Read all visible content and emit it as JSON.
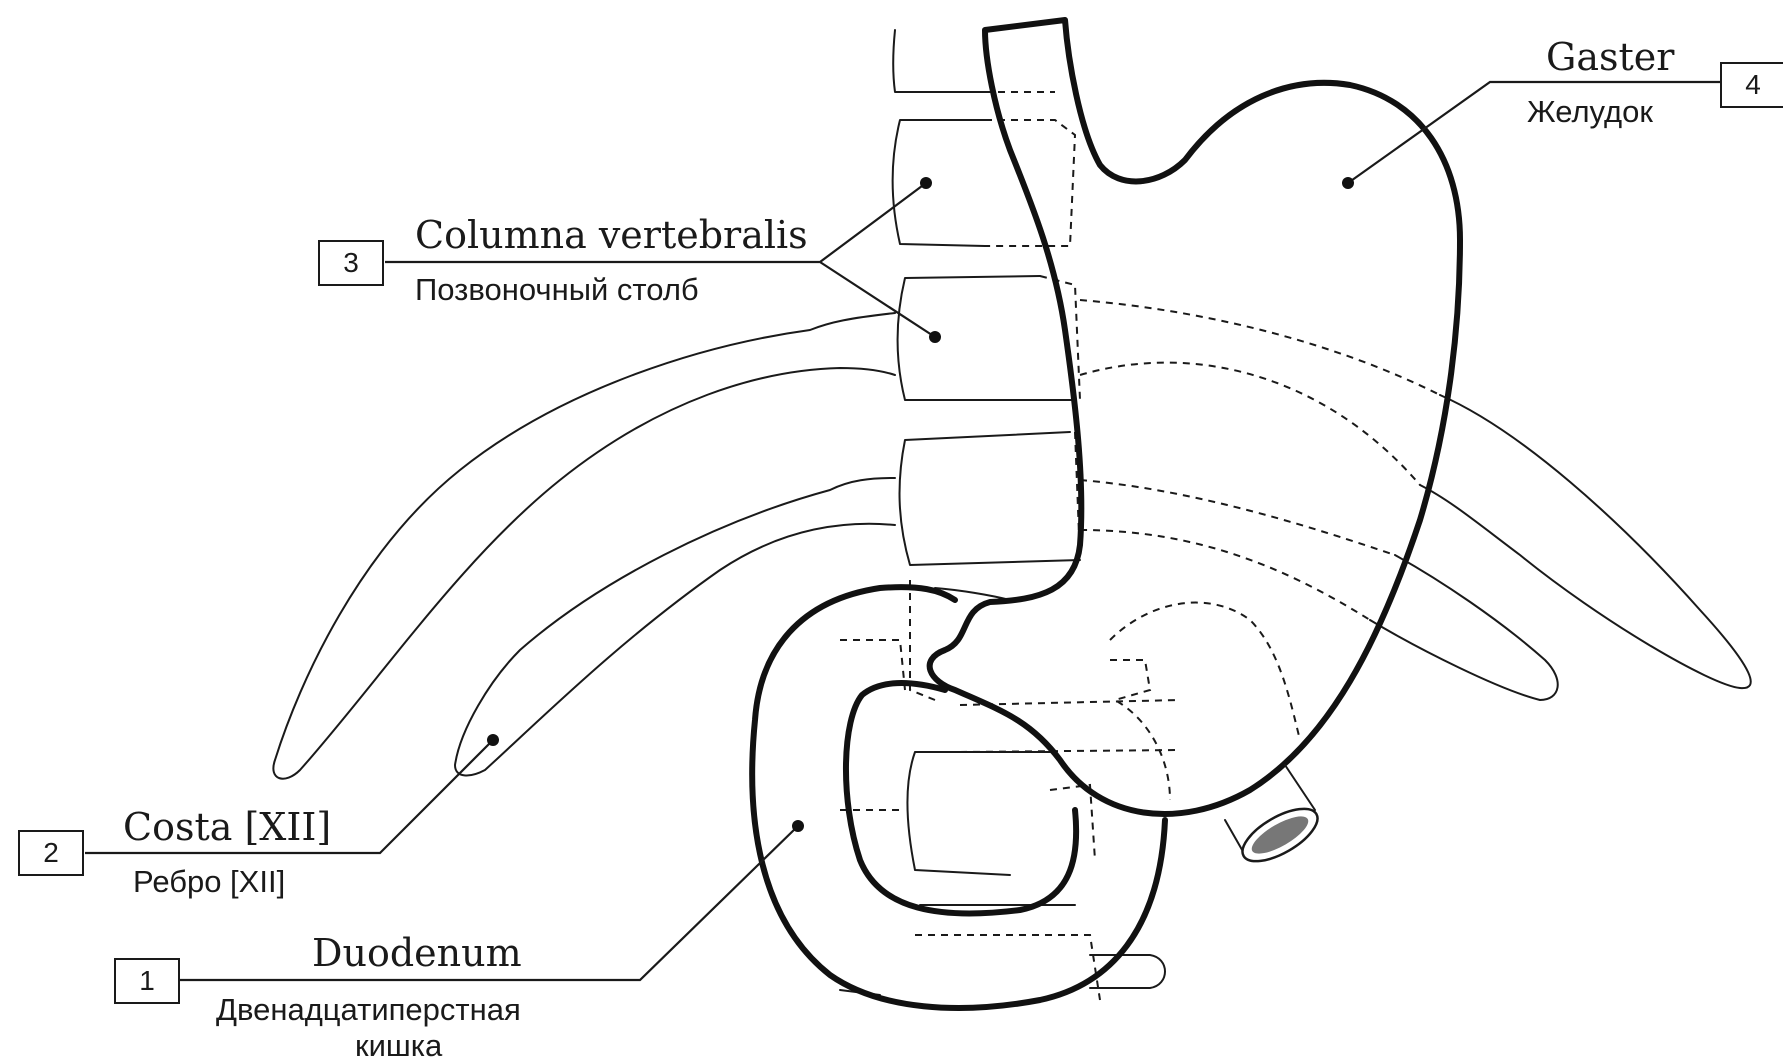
{
  "labels": {
    "gaster": {
      "number": "4",
      "latin": "Gaster",
      "russian": "Желудок"
    },
    "columna": {
      "number": "3",
      "latin": "Columna vertebralis",
      "russian": "Позвоночный столб"
    },
    "costa": {
      "number": "2",
      "latin": "Costa [XII]",
      "russian": "Ребро [XII]"
    },
    "duodenum": {
      "number": "1",
      "latin": "Duodenum",
      "russian_line1": "Двенадцатиперстная",
      "russian_line2": "кишка"
    }
  }
}
